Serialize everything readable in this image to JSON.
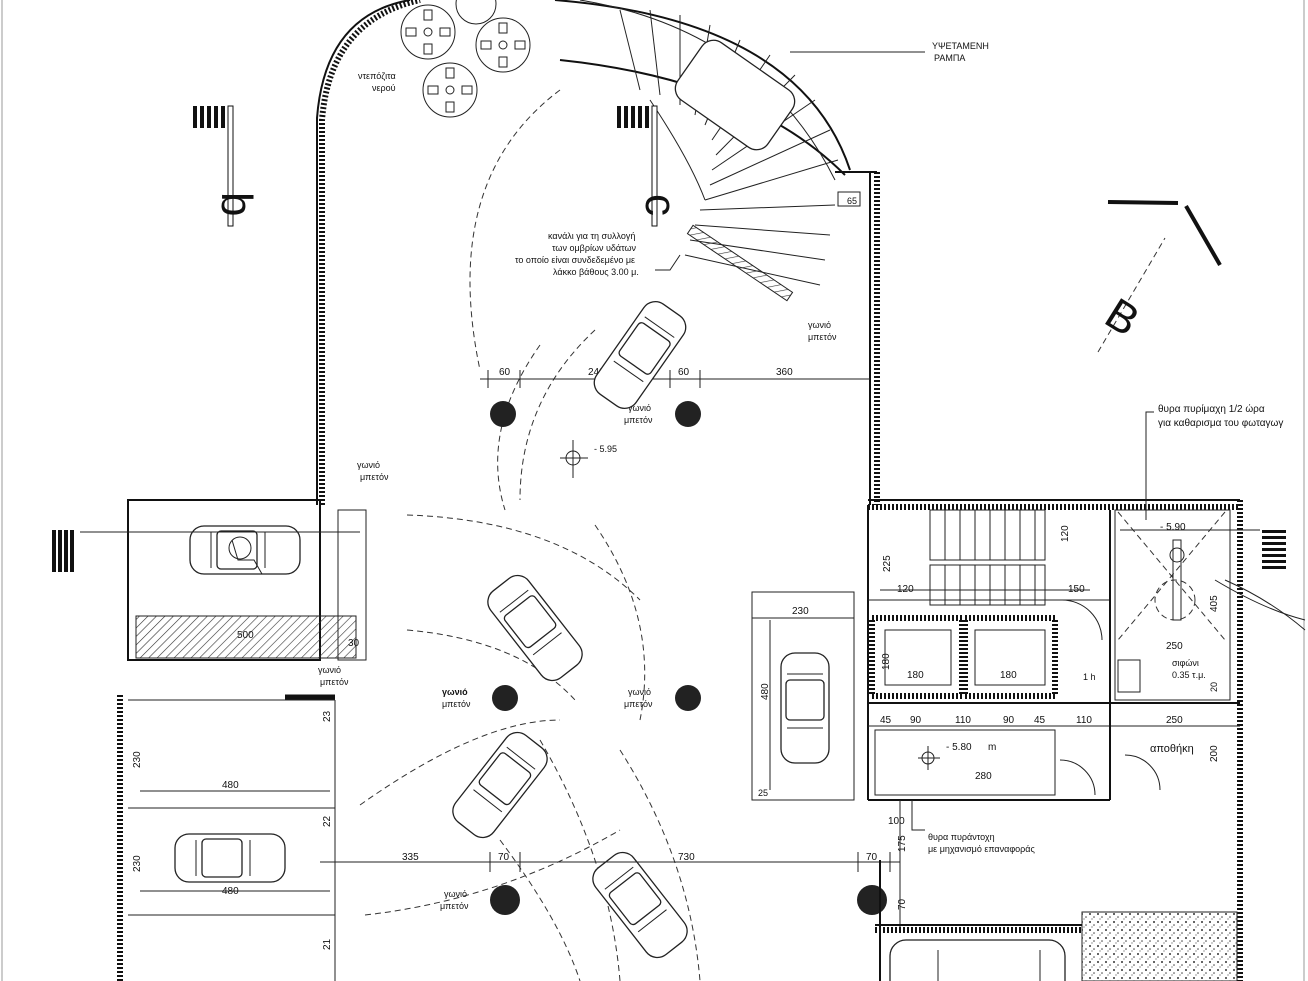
{
  "sections": {
    "b": "b",
    "c": "c",
    "B": "B"
  },
  "annotations": {
    "ramp": [
      "ΥΨΕΤΑΜΕΝΗ",
      "ΡΑΜΠΑ"
    ],
    "water_tank": [
      "ντεπόζιτα",
      "νερού"
    ],
    "channel": [
      "κανάλι για τη συλλογή",
      "των ομβρίων υδάτων",
      "το οποίο είναι συνδεδεμένο με",
      "λάκκο βάθους 3.00 μ."
    ],
    "concrete_corner": [
      "γωνιό",
      "μπετόν"
    ],
    "fire_door_top": [
      "θυρα πυρίμαχη 1/2 ώρα",
      "για καθαρισμα του φωταγωγ"
    ],
    "fire_door_bottom": [
      "θυρα πυράντοχη",
      "με μηχανισμό επαναφοράς"
    ],
    "drain": [
      "σιφώνι",
      "0.35 τ.μ."
    ],
    "storage": "αποθήκη",
    "level_1": "- 5.80",
    "level_1_unit": "m",
    "level_2": "- 5.90",
    "level_3": "- 5.95"
  },
  "dimensions": {
    "d65": "65",
    "d60": "60",
    "d240": "240",
    "d60b": "60",
    "d360": "360",
    "d500": "500",
    "d23": "23",
    "d230a": "230",
    "d480a": "480",
    "d22": "22",
    "d230b": "230",
    "d480b": "480",
    "d21": "21",
    "d335": "335",
    "d70a": "70",
    "d730": "730",
    "d70b": "70",
    "d230c": "230",
    "d480c": "480",
    "d25": "25",
    "d225": "225",
    "d120a": "120",
    "d120b": "120",
    "d150": "150",
    "d405": "405",
    "d250a": "250",
    "d180a": "180",
    "d180b": "180",
    "d180c": "180",
    "d45a": "45",
    "d90a": "90",
    "d110a": "110",
    "d90b": "90",
    "d45b": "45",
    "d110b": "110",
    "d250b": "250",
    "d200": "200",
    "d280": "280",
    "d100": "100",
    "d175": "175",
    "d70c": "70",
    "d1h": "1 h",
    "d20": "20",
    "d30": "30"
  },
  "colors": {
    "ink": "#111111",
    "paper": "#ffffff"
  }
}
